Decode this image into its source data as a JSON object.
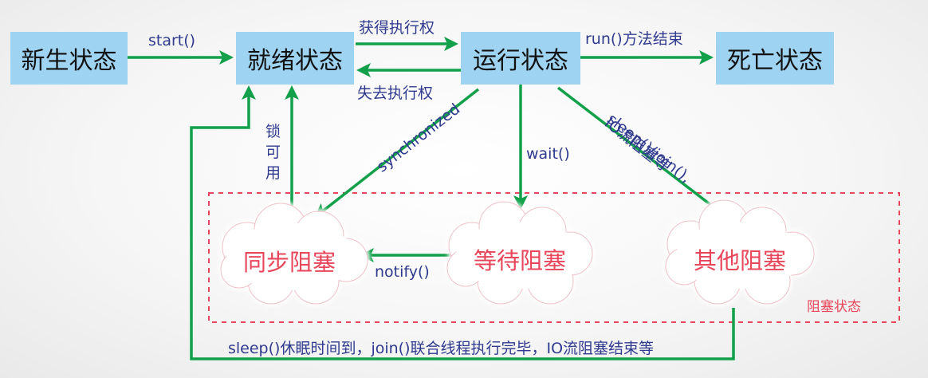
{
  "states": {
    "new": "新生状态",
    "ready": "就绪状态",
    "running": "运行状态",
    "dead": "死亡状态"
  },
  "blocked": {
    "sync": "同步阻塞",
    "wait": "等待阻塞",
    "other": "其他阻塞",
    "region_label": "阻塞状态"
  },
  "transitions": {
    "start": "start()",
    "gain_cpu": "获得执行权",
    "lose_cpu": "失去执行权",
    "run_end": "run()方法结束",
    "lock_available_1": "锁",
    "lock_available_2": "可",
    "lock_available_3": "用",
    "synchronized": "synchronized",
    "wait": "wait()",
    "sleep_line1": "sleep()/join(),",
    "sleep_line2": "IO流阻塞等",
    "notify": "notify()",
    "bottom_return": "sleep()休眠时间到，join()联合线程执行完毕，IO流阻塞结束等"
  },
  "colors": {
    "state_box": "#9fd3f2",
    "arrow": "#12a04a",
    "label": "#2f3a8f",
    "blocked_text": "#e8465a",
    "dashed_border": "#e8465a"
  }
}
